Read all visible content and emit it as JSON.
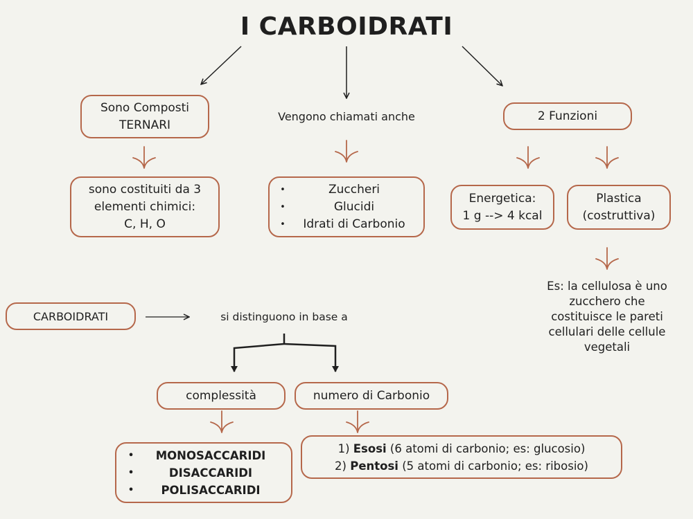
{
  "title": "I CARBOIDRATI",
  "left_branch": {
    "box1": [
      "Sono Composti",
      "TERNARI"
    ],
    "box2": [
      "sono costituiti da 3",
      "elementi chimici:",
      "C, H, O"
    ]
  },
  "middle_branch": {
    "label": "Vengono chiamati anche",
    "items": [
      "Zuccheri",
      "Glucidi",
      "Idrati di Carbonio"
    ]
  },
  "right_branch": {
    "box": "2 Funzioni",
    "energetic": [
      "Energetica:",
      "1 g --> 4 kcal"
    ],
    "plastic": [
      "Plastica",
      "(costruttiva)"
    ],
    "example": [
      "Es: la cellulosa è uno",
      "zucchero che",
      "costituisce le pareti",
      "cellulari delle cellule",
      "vegetali"
    ]
  },
  "classification": {
    "start": "CARBOIDRATI",
    "label": "si distinguono in base a",
    "criterion1": "complessità",
    "criterion2": "numero di Carbonio",
    "types": [
      "MONOSACCARIDI",
      "DISACCARIDI",
      "POLISACCARIDI"
    ],
    "carbon_items": [
      {
        "prefix": "1) ",
        "name": "Esosi",
        "detail": " (6 atomi di carbonio; es: glucosio)"
      },
      {
        "prefix": "2) ",
        "name": "Pentosi",
        "detail": " (5 atomi di carbonio; es: ribosio)"
      }
    ]
  },
  "colors": {
    "accent": "#b5674a",
    "background": "#f3f3ee",
    "text": "#1f1f1f"
  }
}
